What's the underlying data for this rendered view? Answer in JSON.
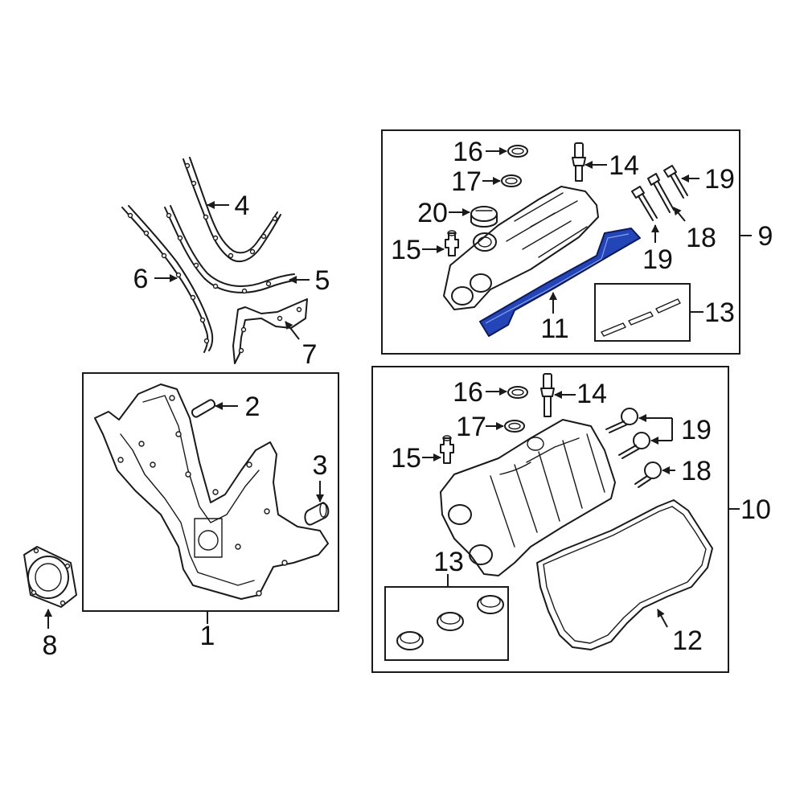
{
  "colors": {
    "line": "#1a1a1a",
    "highlight": "#2445b8",
    "background": "#ffffff"
  },
  "callouts": {
    "c1": "1",
    "c2": "2",
    "c3": "3",
    "c4": "4",
    "c5": "5",
    "c6": "6",
    "c7": "7",
    "c8": "8",
    "c9": "9",
    "c10": "10",
    "c11": "11",
    "c12": "12",
    "c13a": "13",
    "c13b": "13",
    "c14a": "14",
    "c14b": "14",
    "c15a": "15",
    "c15b": "15",
    "c16a": "16",
    "c16b": "16",
    "c17a": "17",
    "c17b": "17",
    "c18a": "18",
    "c18b": "18",
    "c19a": "19",
    "c19b": "19",
    "c19c": "19",
    "c20": "20"
  }
}
